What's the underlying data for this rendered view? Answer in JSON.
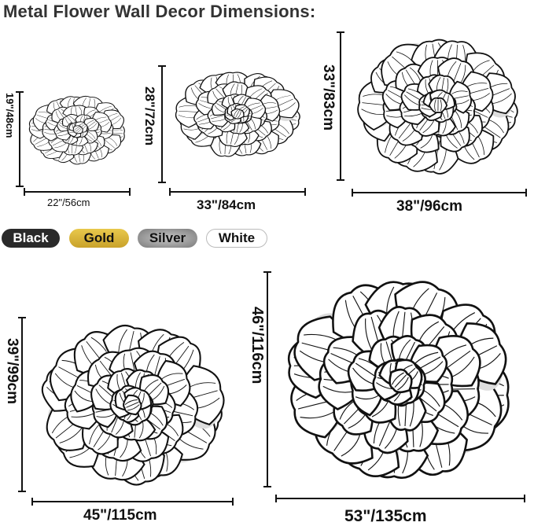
{
  "title": "Metal Flower Wall Decor Dimensions:",
  "colors": [
    {
      "label": "Black",
      "bg": "#2a2a2a",
      "fg": "#ffffff"
    },
    {
      "label": "Gold",
      "bg": "#d9b53a",
      "fg": "#111111"
    },
    {
      "label": "Silver",
      "bg": "#9a9a9a",
      "fg": "#111111"
    },
    {
      "label": "White",
      "bg": "#ffffff",
      "fg": "#111111"
    }
  ],
  "sizes": [
    {
      "height": "19\"/48cm",
      "width": "22\"/56cm"
    },
    {
      "height": "28\"/72cm",
      "width": "33\"/84cm"
    },
    {
      "height": "33\"/83cm",
      "width": "38\"/96cm"
    },
    {
      "height": "39\"/99cm",
      "width": "45\"/115cm"
    },
    {
      "height": "46\"/116cm",
      "width": "53\"/135cm"
    }
  ]
}
